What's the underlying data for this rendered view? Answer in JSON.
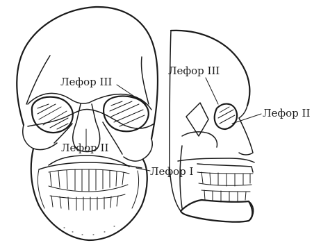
{
  "labels": {
    "front_lefort_3": "Лефор III",
    "front_lefort_2": "Лефор II",
    "front_lefort_1": "Лефор I",
    "side_lefort_3": "Лефор III",
    "side_lefort_2": "Лефор II"
  }
}
